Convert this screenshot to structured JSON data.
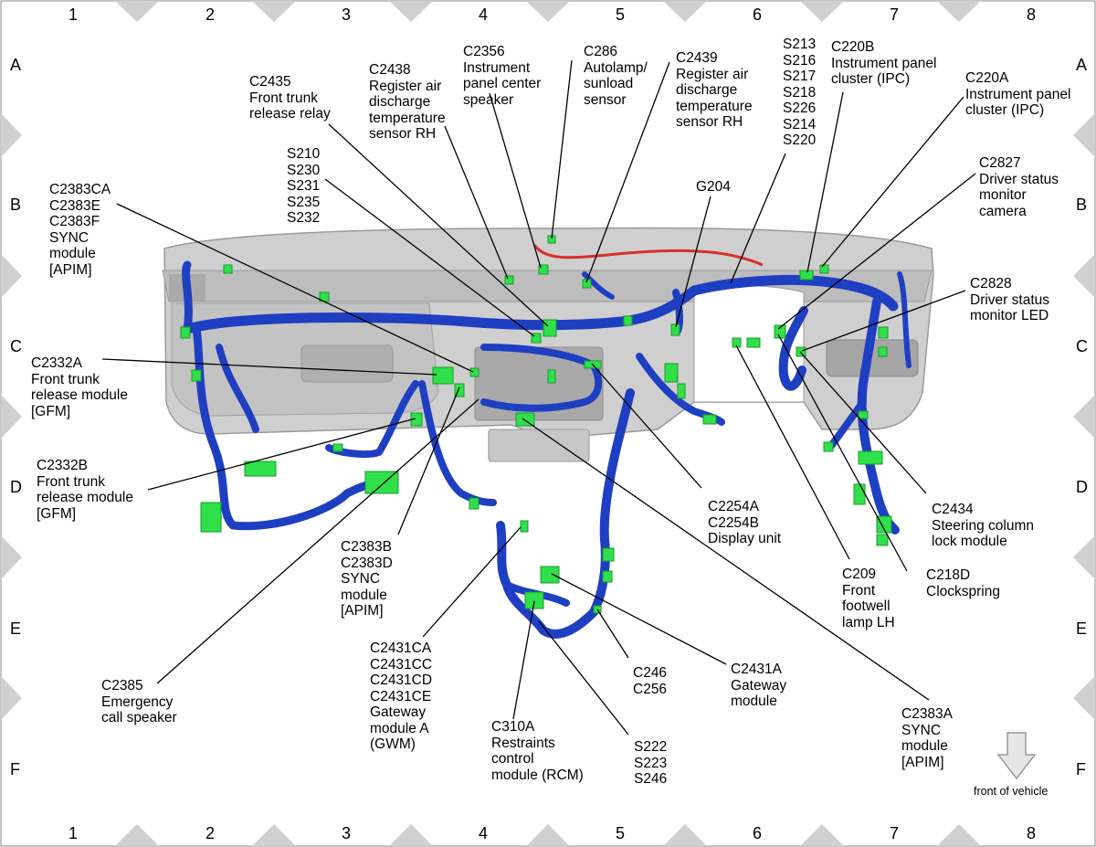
{
  "grid": {
    "columns": [
      "1",
      "2",
      "3",
      "4",
      "5",
      "6",
      "7",
      "8"
    ],
    "rows": [
      "A",
      "B",
      "C",
      "D",
      "E",
      "F"
    ]
  },
  "note": {
    "text": "front of vehicle"
  },
  "colors": {
    "harness": "#1f3fc2",
    "connector": "#2fe04a",
    "panel": "#c9c9c9",
    "wire_red": "#d9302c",
    "leader": "#000000",
    "frame_triangle": "#d0d0d0"
  },
  "labels": [
    {
      "id": "c2356",
      "text": "C2356\nInstrument\npanel center\nspeaker"
    },
    {
      "id": "c286",
      "text": "C286\nAutolamp/\nsunload\nsensor"
    },
    {
      "id": "c2438",
      "text": "C2438\nRegister air\ndischarge\ntemperature\nsensor RH"
    },
    {
      "id": "c2439",
      "text": "C2439\nRegister air\ndischarge\ntemperature\nsensor RH"
    },
    {
      "id": "c2435",
      "text": "C2435\nFront trunk\nrelease relay"
    },
    {
      "id": "splices_top",
      "text": "S213\nS216\nS217\nS218\nS226\nS214\nS220"
    },
    {
      "id": "c220b",
      "text": "C220B\nInstrument panel\ncluster (IPC)"
    },
    {
      "id": "c220a",
      "text": "C220A\nInstrument panel\ncluster (IPC)"
    },
    {
      "id": "splices_left",
      "text": "S210\nS230\nS231\nS235\nS232"
    },
    {
      "id": "g204",
      "text": "G204"
    },
    {
      "id": "c2827",
      "text": "C2827\nDriver status\nmonitor\ncamera"
    },
    {
      "id": "c2383ca",
      "text": "C2383CA\nC2383E\nC2383F\nSYNC\nmodule\n[APIM]"
    },
    {
      "id": "c2828",
      "text": "C2828\nDriver status\nmonitor LED"
    },
    {
      "id": "c2332a",
      "text": "C2332A\nFront trunk\nrelease module\n[GFM]"
    },
    {
      "id": "c2332b",
      "text": "C2332B\nFront trunk\nrelease module\n[GFM]"
    },
    {
      "id": "c2254",
      "text": "C2254A\nC2254B\nDisplay unit"
    },
    {
      "id": "c2434",
      "text": "C2434\nSteering column\nlock module"
    },
    {
      "id": "c2383b",
      "text": "C2383B\nC2383D\nSYNC\nmodule\n[APIM]"
    },
    {
      "id": "c209",
      "text": "C209\nFront\nfootwell\nlamp LH"
    },
    {
      "id": "c218d",
      "text": "C218D\nClockspring"
    },
    {
      "id": "c2431ca",
      "text": "C2431CA\nC2431CC\nC2431CD\nC2431CE\nGateway\nmodule A\n(GWM)"
    },
    {
      "id": "c246",
      "text": "C246\nC256"
    },
    {
      "id": "c2431a",
      "text": "C2431A\nGateway\nmodule"
    },
    {
      "id": "c2385",
      "text": "C2385\nEmergency\ncall speaker"
    },
    {
      "id": "c310a",
      "text": "C310A\nRestraints\ncontrol\nmodule (RCM)"
    },
    {
      "id": "s222",
      "text": "S222\nS223\nS246"
    },
    {
      "id": "c2383a",
      "text": "C2383A\nSYNC\nmodule\n[APIM]"
    }
  ]
}
